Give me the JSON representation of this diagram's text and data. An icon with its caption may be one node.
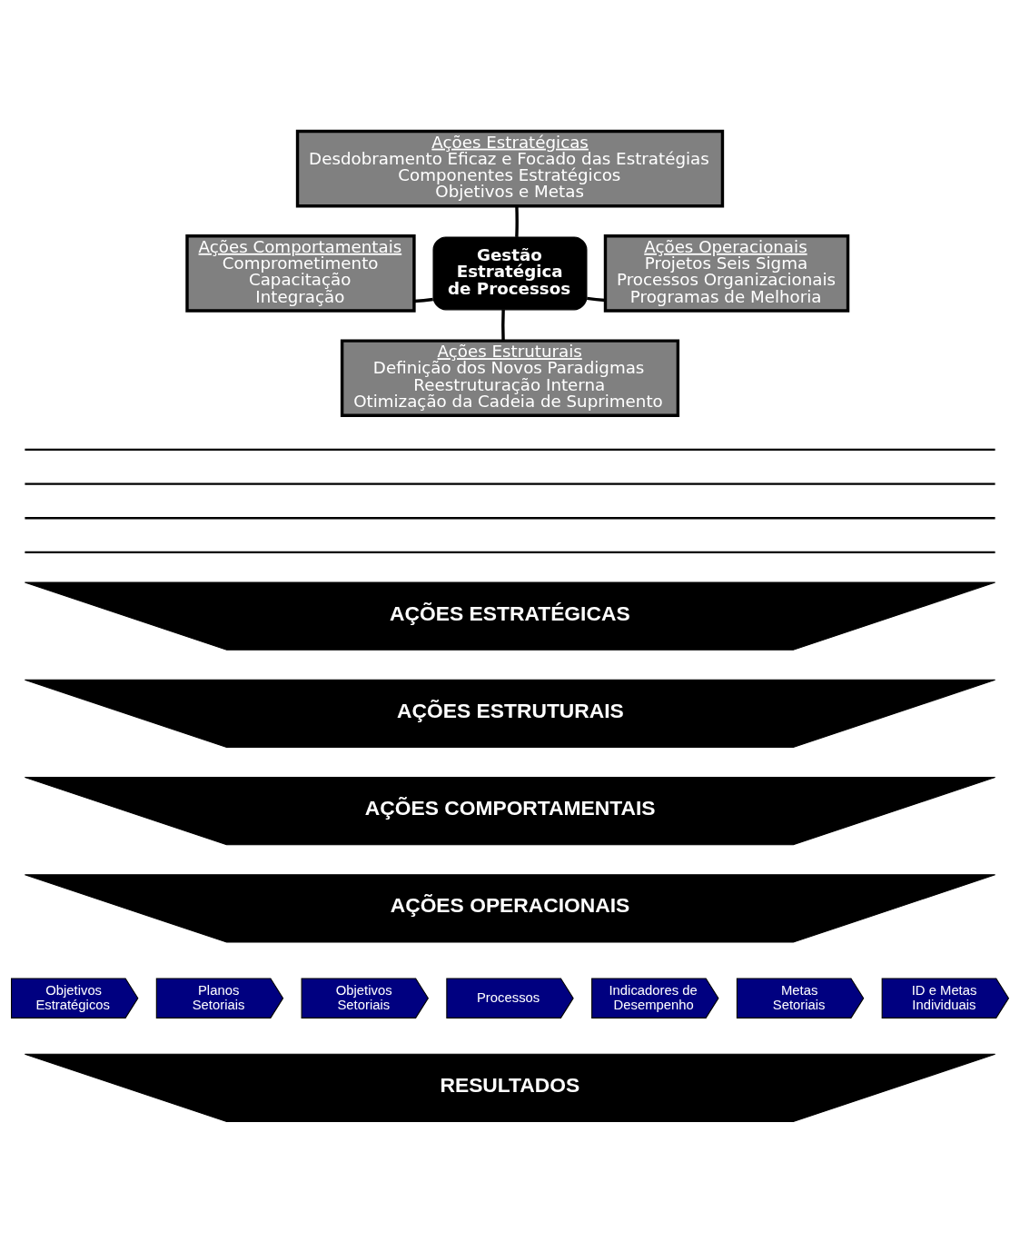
{
  "diagram": {
    "nodes": [
      {
        "text": [
          "Ações Estratégicas",
          "Desdobramento Eficaz e Focado das Estratégias",
          "Componentes Estratégicos",
          "Objetivos e Metas"
        ]
      },
      {
        "text": [
          "Ações Comportamentais",
          "Comprometimento",
          "Capacitação",
          "Integração"
        ]
      },
      {
        "text": [
          "Gestão Estratégica de Processos"
        ]
      },
      {
        "text": [
          "Ações Operacionais",
          "Projetos Seis Sigma",
          "Processos Organizacionais",
          "Programas de Melhoria"
        ]
      },
      {
        "text": [
          "Ações Estruturais",
          "Definição dos Novos Paradigmas",
          "Reestruturação Interna",
          "Otimização da Cadeia de Suprimento"
        ]
      },
      {
        "text": [
          "AÇÕES ESTRATÉGICAS"
        ]
      },
      {
        "text": [
          "AÇÕES ESTRUTURAIS"
        ]
      },
      {
        "text": [
          "AÇÕES COMPORTAMENTAIS"
        ]
      },
      {
        "text": [
          "AÇÕES OPERACIONAIS"
        ]
      },
      {
        "text": [
          "Objetivos Estratégicos"
        ]
      },
      {
        "text": [
          "Planos Setoriais"
        ]
      },
      {
        "text": [
          "Objetivos Setoriais"
        ]
      },
      {
        "text": [
          "Processos"
        ]
      },
      {
        "text": [
          "Indicadores de Desempenho"
        ]
      },
      {
        "text": [
          "Metas Setoriais"
        ]
      },
      {
        "text": [
          "ID e Metas Individuais"
        ]
      },
      {
        "text": [
          "RESULTADOS"
        ]
      }
    ],
    "edges": [
      {
        "from": 2,
        "to": 0,
        "arrow": "none"
      },
      {
        "from": 2,
        "to": 1,
        "arrow": "none"
      },
      {
        "from": 2,
        "to": 3,
        "arrow": "none"
      },
      {
        "from": 2,
        "to": 4,
        "arrow": "none"
      }
    ]
  }
}
